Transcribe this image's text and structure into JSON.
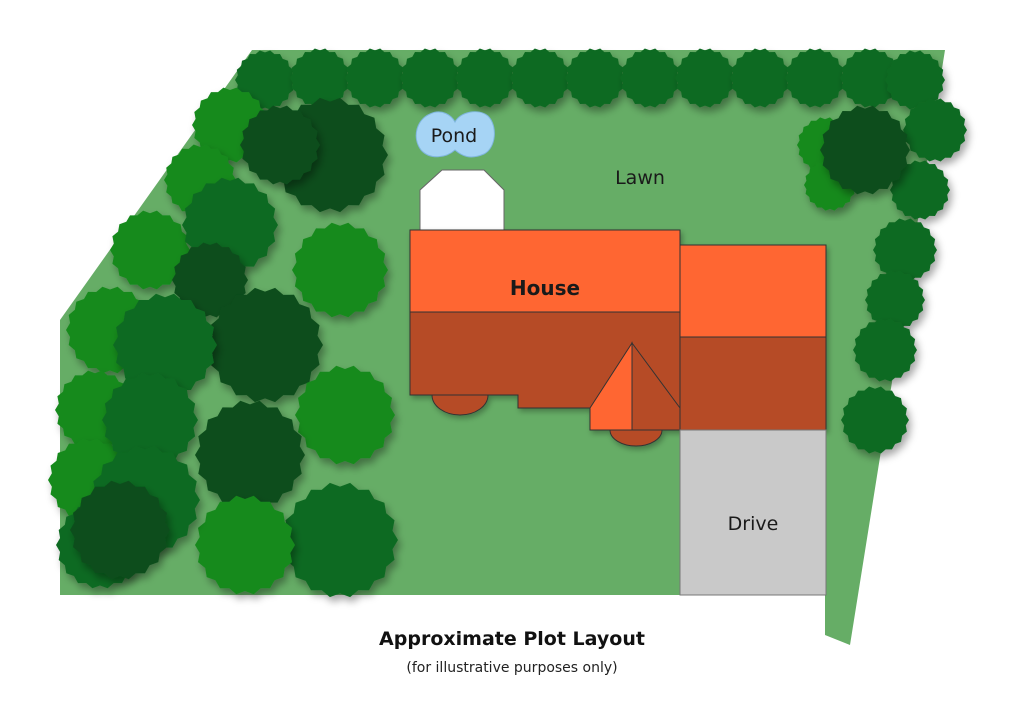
{
  "labels": {
    "pond": "Pond",
    "lawn": "Lawn",
    "house": "House",
    "drive": "Drive"
  },
  "caption": {
    "title": "Approximate Plot Layout",
    "subtitle": "(for illustrative purposes only)"
  },
  "colors": {
    "lawn": "#66ad66",
    "tree_dark": "#0b4d1b",
    "tree_mid": "#0f6a22",
    "tree_light": "#178a1f",
    "roof_light": "#ff6633",
    "roof_dark": "#b64b26",
    "pond": "#a6d4f5",
    "drive": "#c9c9c9",
    "outbuilding": "#ffffff"
  }
}
